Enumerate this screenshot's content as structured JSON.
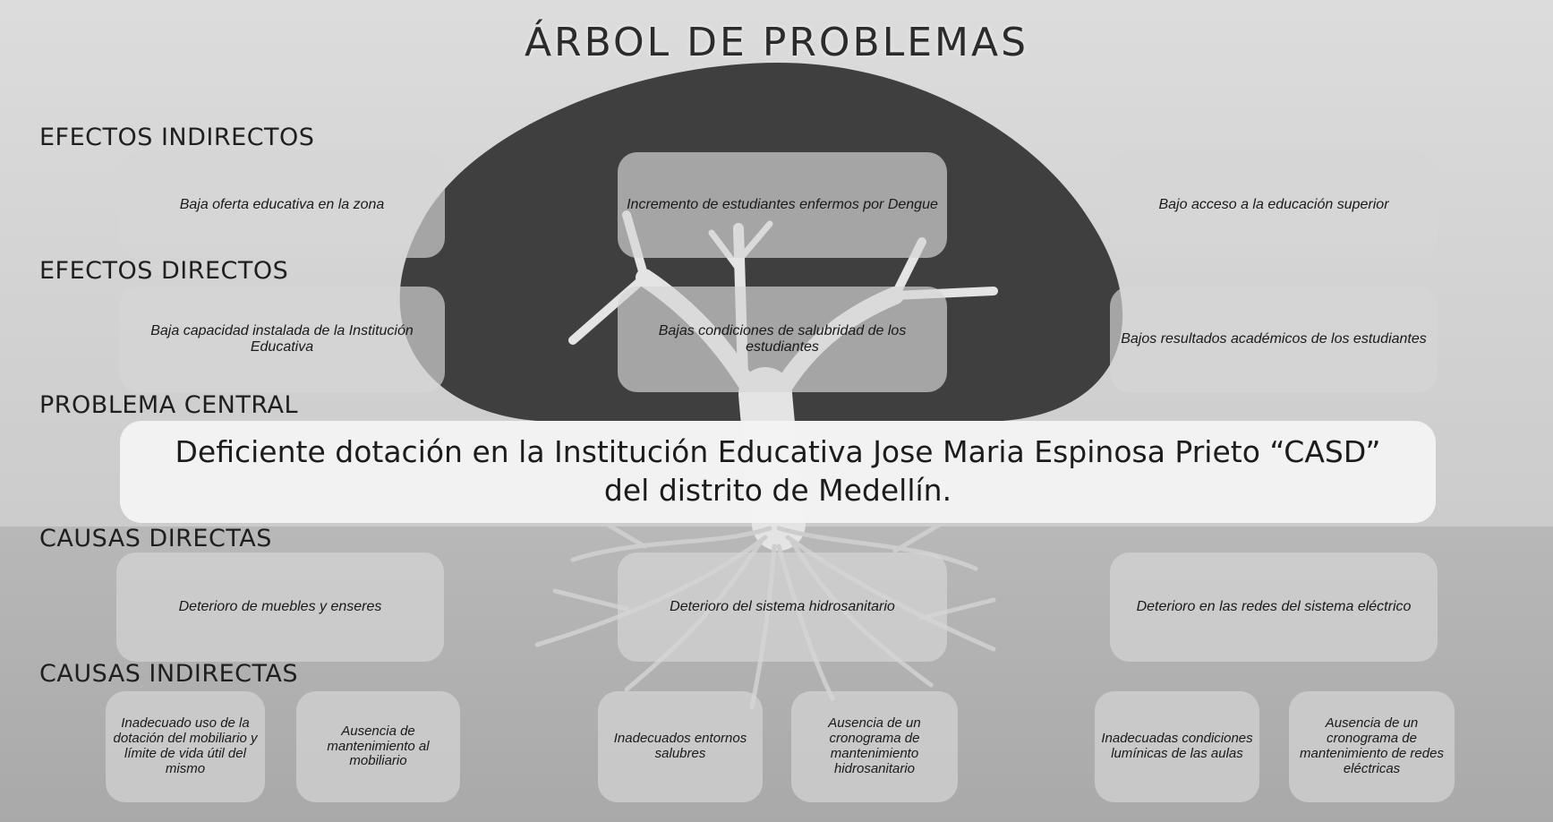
{
  "title": "ÁRBOL DE PROBLEMAS",
  "sections": {
    "efectos_indirectos": "EFECTOS INDIRECTOS",
    "efectos_directos": "EFECTOS DIRECTOS",
    "problema_central": "PROBLEMA CENTRAL",
    "causas_directas": "CAUSAS DIRECTAS",
    "causas_indirectas": "CAUSAS INDIRECTAS"
  },
  "efectos_indirectos": [
    "Baja oferta educativa en la zona",
    "Incremento de estudiantes enfermos por Dengue",
    "Bajo acceso a la educación superior"
  ],
  "efectos_directos": [
    "Baja capacidad instalada de la Institución Educativa",
    "Bajas condiciones de salubridad de los estudiantes",
    "Bajos resultados académicos de los estudiantes"
  ],
  "problema_central": "Deficiente dotación en la Institución Educativa Jose Maria Espinosa Prieto “CASD” del distrito de Medellín.",
  "causas_directas": [
    "Deterioro de muebles y enseres",
    "Deterioro del sistema hidrosanitario",
    "Deterioro en las redes del sistema eléctrico"
  ],
  "causas_indirectas": [
    "Inadecuado uso de la dotación del mobiliario y límite de vida útil del mismo",
    "Ausencia de mantenimiento al mobiliario",
    "Inadecuados entornos salubres",
    "Ausencia de un cronograma de mantenimiento hidrosanitario",
    "Inadecuadas condiciones lumínicas de las aulas",
    "Ausencia de un cronograma de mantenimiento de redes eléctricas"
  ],
  "colors": {
    "canopy": "#3f3f3f",
    "trunk": "#e2e2e2",
    "roots": "#cfcfcf",
    "box": "#d6d6d6",
    "central_box": "#f4f4f4"
  }
}
